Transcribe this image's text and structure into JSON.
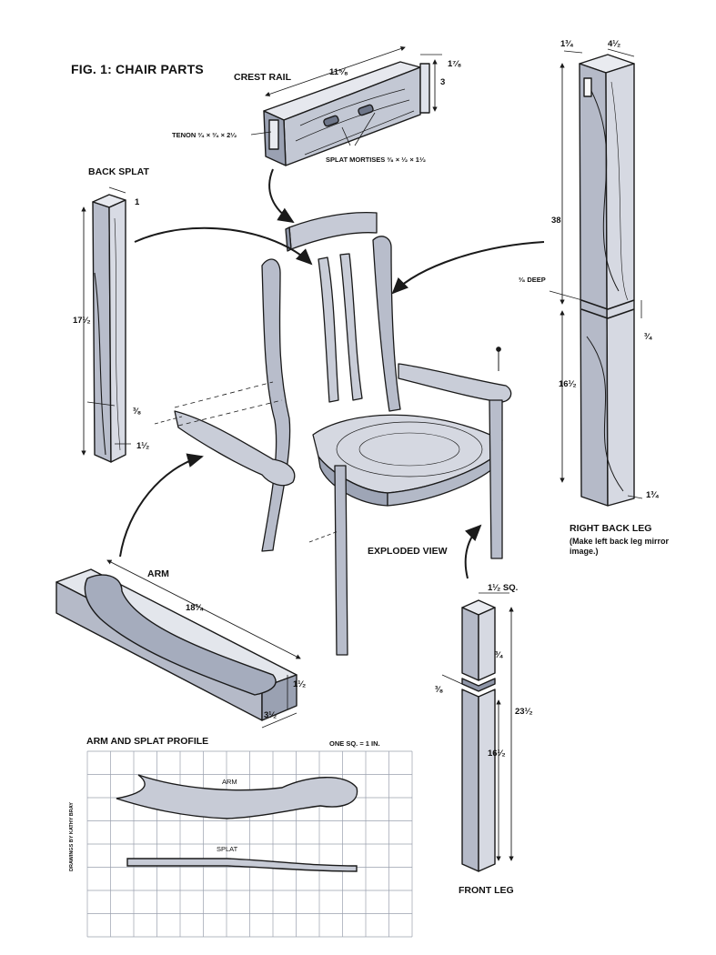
{
  "figure": {
    "title": "FIG. 1: CHAIR PARTS",
    "exploded_view_label": "EXPLODED VIEW",
    "credit": "DRAWINGS BY KATHY BRAY"
  },
  "crest_rail": {
    "label": "CREST RAIL",
    "length": "11⁵⁄₈",
    "thickness": "1⁷⁄₈",
    "height": "3",
    "tenon_note": "TENON ³⁄₄ × ³⁄₄ × 2¹⁄₂",
    "mortise_note": "SPLAT MORTISES ³⁄₈ × ¹⁄₂ × 1¹⁄₂"
  },
  "back_splat": {
    "label": "BACK SPLAT",
    "width": "1",
    "length": "17¹⁄₂",
    "offset": "³⁄₈",
    "bottom": "1¹⁄₂"
  },
  "right_back_leg": {
    "label": "RIGHT BACK LEG",
    "note": "(Make left back leg mirror image.)",
    "top_width": "1³⁄₄",
    "top_depth": "4¹⁄₂",
    "upper_length": "38",
    "notch": "³⁄₈ DEEP",
    "notch_width": "³⁄₄",
    "lower_length": "16¹⁄₂",
    "bottom": "1³⁄₄"
  },
  "arm": {
    "label": "ARM",
    "length": "18³⁄₄",
    "height": "1¹⁄₂",
    "width": "3¹⁄₂"
  },
  "front_leg": {
    "label": "FRONT LEG",
    "square": "1¹⁄₂ SQ.",
    "notch_width": "³⁄₄",
    "notch_depth": "³⁄₈",
    "total_length": "23¹⁄₂",
    "lower_length": "16¹⁄₂"
  },
  "profile": {
    "title": "ARM AND SPLAT PROFILE",
    "scale": "ONE SQ. = 1 IN.",
    "arm_label": "ARM",
    "splat_label": "SPLAT"
  },
  "colors": {
    "ink": "#1a1a1a",
    "wood_light": "#dcdfe8",
    "wood_mid": "#b8bdcb",
    "wood_dark": "#7d8499",
    "grid": "#9aa0ae"
  }
}
